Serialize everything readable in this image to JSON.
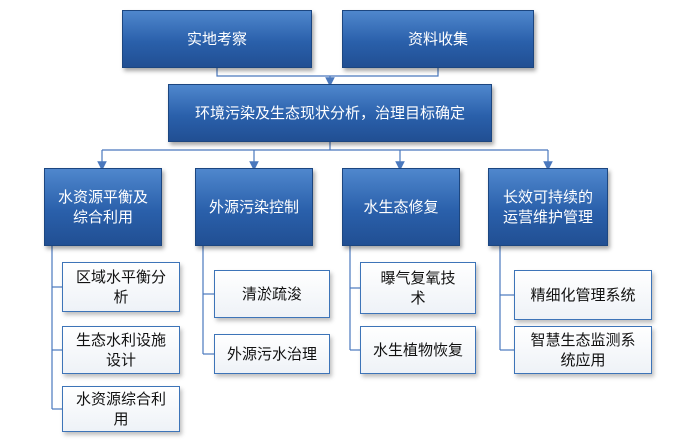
{
  "top": {
    "left": "实地考察",
    "right": "资料收集"
  },
  "center": "环境污染及生态现状分析，治理目标确定",
  "categories": [
    {
      "label": "水资源平衡及综合利用",
      "items": [
        "区域水平衡分析",
        "生态水利设施设计",
        "水资源综合利用"
      ]
    },
    {
      "label": "外源污染控制",
      "items": [
        "清淤疏浚",
        "外源污水治理"
      ]
    },
    {
      "label": "水生态修复",
      "items": [
        "曝气复氧技术",
        "水生植物恢复"
      ]
    },
    {
      "label": "长效可持续的运营维护管理",
      "items": [
        "精细化管理系统",
        "智慧生态监测系统应用"
      ]
    }
  ],
  "colors": {
    "box_fill": "#2a60ab",
    "box_border": "#1c4680",
    "sub_border": "#3d74b8",
    "connector": "#4a78bd"
  }
}
